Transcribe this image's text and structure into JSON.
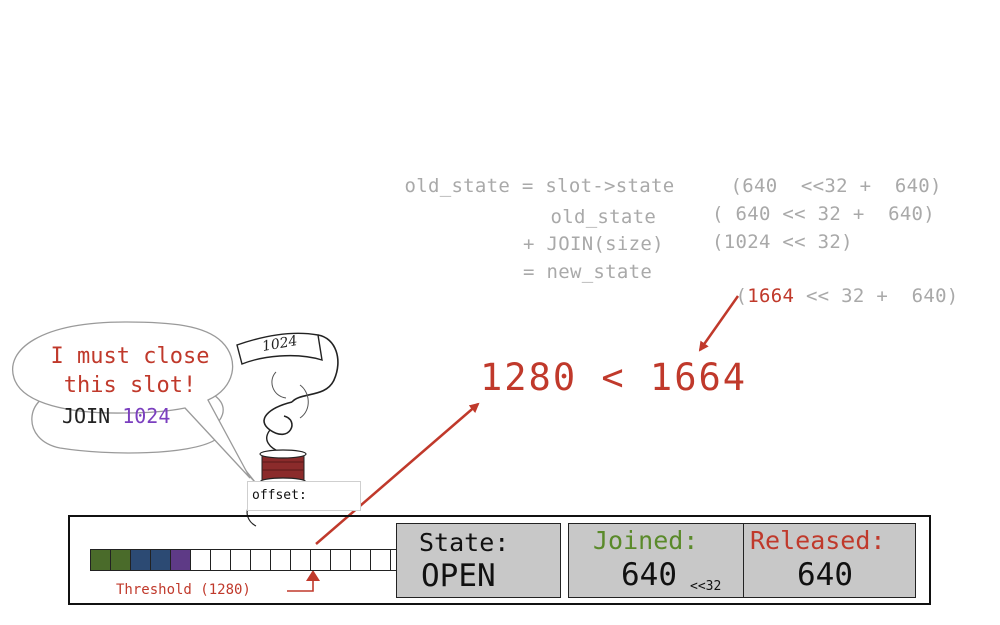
{
  "code": {
    "line1_left": "old_state = slot->state",
    "line1_right": "(640  <<32 +  640)",
    "rows": [
      {
        "label": "  old_state",
        "value_pre": "( 640 << 32 +  640)",
        "value_hl": "",
        "value_post": ""
      },
      {
        "label": "+ JOIN(size)",
        "value_pre": "(1024 << 32)",
        "value_hl": "",
        "value_post": ""
      },
      {
        "label": "= new_state",
        "value_pre": "(",
        "value_hl": "1664",
        "value_post": " << 32 +  640)"
      }
    ]
  },
  "comparison": "1280 < 1664",
  "bubble_back": {
    "text": "JOIN ",
    "number": "1024"
  },
  "bubble_front": {
    "line1": "I must close",
    "line2": "this slot!"
  },
  "ribbon_label": "1024",
  "offset_label": "offset:",
  "slots": {
    "colors": [
      "#4a6b2a",
      "#4a6b2a",
      "#2c4a73",
      "#2c4a73",
      "#5e3a86"
    ],
    "empty_count": 14
  },
  "threshold_label": "Threshold (1280)",
  "state": {
    "title": "State:",
    "value": "OPEN"
  },
  "joined": {
    "title": "Joined:",
    "value": "640",
    "shift": "<<32"
  },
  "released": {
    "title": "Released:",
    "value": "640"
  },
  "colors": {
    "accent_red": "#c0392b",
    "code_gray": "#a9a9a9",
    "joined_green": "#5a8a2a",
    "panel_gray": "#c8c8c8"
  }
}
